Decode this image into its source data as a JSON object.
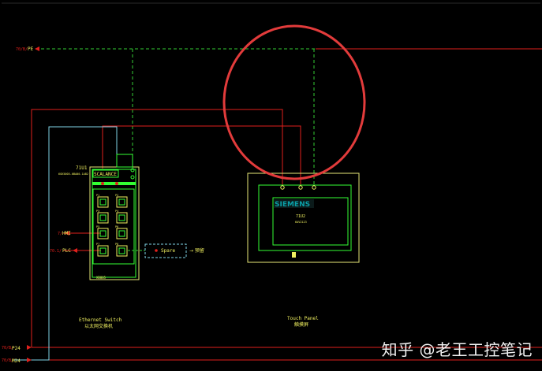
{
  "colors": {
    "background": "#000000",
    "wire_red": "#e0201c",
    "wire_green_dashed": "#33cc33",
    "wire_cyan": "#7fd4e6",
    "device_outline": "#33ff33",
    "panel_outline": "#e8e878",
    "highlight_circle": "#e23b3b",
    "siemens_blue": "#0aa0a8",
    "label_yellow": "#f0f060"
  },
  "net_labels": {
    "pe": "PE",
    "pe_prefix": "70/B/",
    "pe_arrow_note": "",
    "hmi": "HMI",
    "hmi_prefix": "7/",
    "plc": "PLC",
    "plc_prefix": "70.1/",
    "p24": "P24",
    "p24_prefix": "70/B/",
    "m24": "M24",
    "m24_prefix": "70/B/"
  },
  "switch": {
    "tag": "71U1",
    "sub_tag": "6GK5005-0BA00-1AB2",
    "model_badge": "SCALANCE",
    "bottom_code": "XB005",
    "caption_en": "Ethernet Switch",
    "caption_zh": "以太网交换机",
    "port_labels": [
      "P1",
      "P2",
      "P3",
      "P4",
      "P5",
      "P6",
      "P7",
      "P8"
    ]
  },
  "spare": {
    "label": "Spare",
    "note": "→ 预留"
  },
  "touch_panel": {
    "brand": "SIEMENS",
    "tag": "71U2",
    "sub_tag": "6AV2123",
    "caption_en": "Touch Panel",
    "caption_zh": "触摸屏"
  },
  "watermark": {
    "text": "知乎 @老王工控笔记"
  }
}
